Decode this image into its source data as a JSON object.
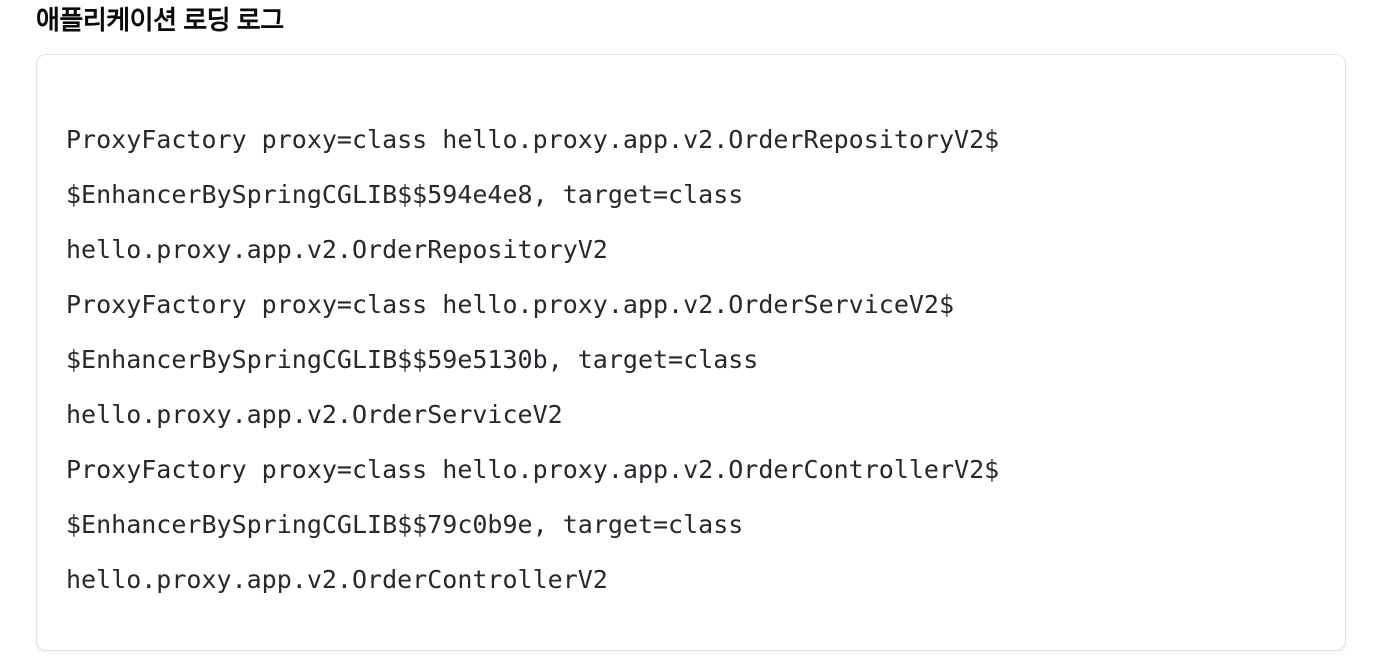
{
  "page": {
    "title": "애플리케이션 로딩 로그"
  },
  "log_block": {
    "lines": [
      "ProxyFactory proxy=class hello.proxy.app.v2.OrderRepositoryV2$",
      "$EnhancerBySpringCGLIB$$594e4e8, target=class",
      "hello.proxy.app.v2.OrderRepositoryV2",
      "ProxyFactory proxy=class hello.proxy.app.v2.OrderServiceV2$",
      "$EnhancerBySpringCGLIB$$59e5130b, target=class",
      "hello.proxy.app.v2.OrderServiceV2",
      "ProxyFactory proxy=class hello.proxy.app.v2.OrderControllerV2$",
      "$EnhancerBySpringCGLIB$$79c0b9e, target=class",
      "hello.proxy.app.v2.OrderControllerV2"
    ]
  },
  "colors": {
    "background": "#ffffff",
    "title_text": "#0a0a0a",
    "log_text": "#24292e",
    "panel_border": "#e1e1e3"
  }
}
